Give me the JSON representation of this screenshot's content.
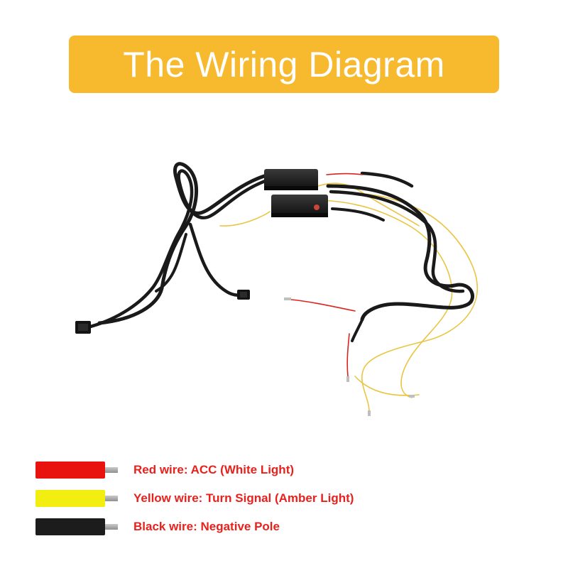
{
  "title": {
    "text": "The Wiring Diagram",
    "bg_color": "#f7b92e"
  },
  "legend": [
    {
      "label": "Red wire: ACC (White Light)",
      "color": "#e8120f"
    },
    {
      "label": "Yellow wire: Turn Signal (Amber Light)",
      "color": "#f3ee12"
    },
    {
      "label": "Black wire: Negative Pole",
      "color": "#1c1c1c"
    }
  ],
  "legend_text_color": "#e8211c"
}
